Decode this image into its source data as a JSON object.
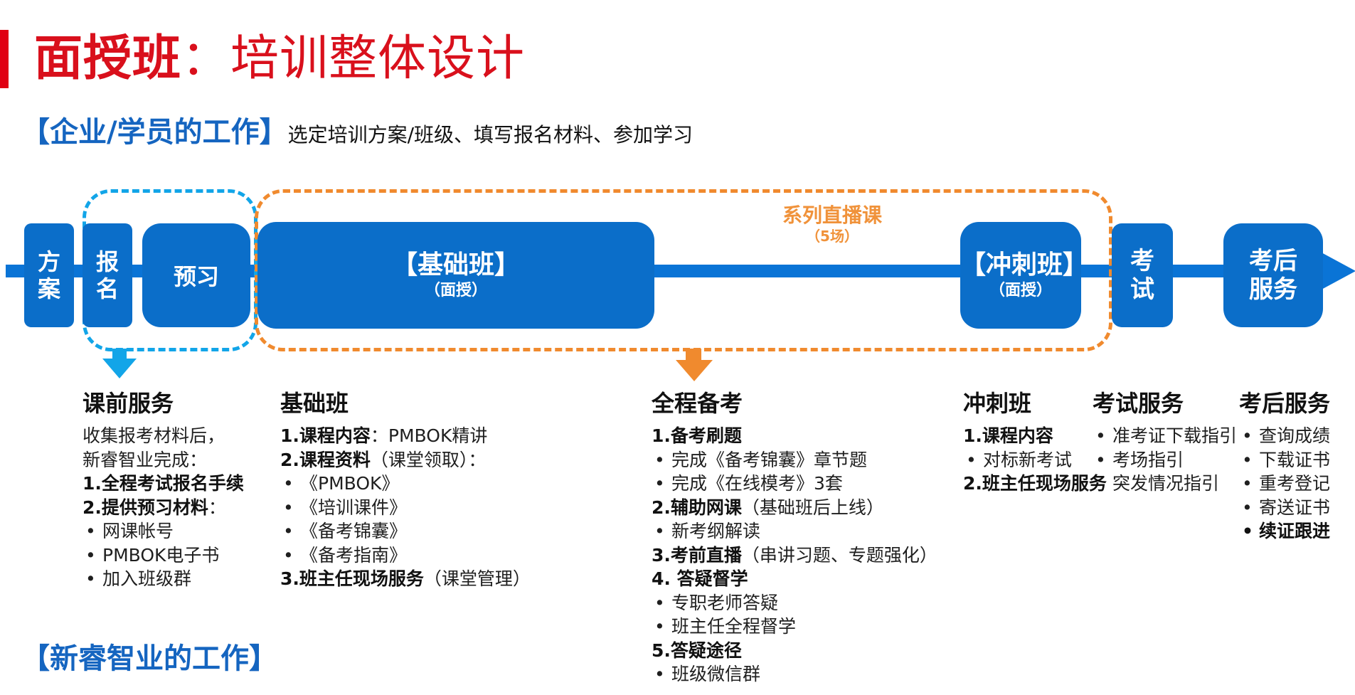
{
  "title": {
    "bold": "面授班",
    "rest": "：培训整体设计"
  },
  "enterprise": {
    "tag": "【企业/学员的工作】",
    "text": "选定培训方案/班级、填写报名材料、参加学习"
  },
  "xinrui_heading": "【新睿智业的工作】",
  "flow": {
    "fangan": [
      "方",
      "案"
    ],
    "baoming": [
      "报",
      "名"
    ],
    "yuxi": "预习",
    "jichu": {
      "title": "【基础班】",
      "sub": "（面授）"
    },
    "chongci": {
      "title": "【冲刺班】",
      "sub": "（面授）"
    },
    "kaoshi": [
      "考",
      "试"
    ],
    "kaohou": [
      "考后",
      "服务"
    ],
    "series": {
      "title": "系列直播课",
      "sub": "（5场）"
    }
  },
  "colors": {
    "blue": "#0b6ec9",
    "light_blue": "#12a5e8",
    "orange": "#f08a2e",
    "red": "#d9101c"
  },
  "sections": {
    "pre": {
      "heading": "课前服务",
      "lines": [
        "收集报考材料后，",
        "新睿智业完成："
      ],
      "item1": "1.全程考试报名手续",
      "item2_bold": "2.提供预习材料",
      "item2_rest": "：",
      "bullets": [
        "网课帐号",
        "PMBOK电子书",
        "加入班级群"
      ]
    },
    "basic": {
      "heading": "基础班",
      "i1_bold": "1.课程内容",
      "i1_rest": "：PMBOK精讲",
      "i2_bold": "2.课程资料",
      "i2_rest": "（课堂领取）：",
      "bullets": [
        "《PMBOK》",
        "《培训课件》",
        "《备考锦囊》",
        "《备考指南》"
      ],
      "i3_bold": "3.班主任现场服务",
      "i3_rest": "（课堂管理）"
    },
    "prep": {
      "heading": "全程备考",
      "s1": "1.备考刷题",
      "s1_bullets": [
        "完成《备考锦囊》章节题",
        "完成《在线模考》3套"
      ],
      "s2_bold": "2.辅助网课",
      "s2_rest": "（基础班后上线）",
      "s2_bullets": [
        "新考纲解读"
      ],
      "s3_bold": "3.考前直播",
      "s3_rest": "（串讲习题、专题强化）",
      "s4": "4. 答疑督学",
      "s4_bullets": [
        "专职老师答疑",
        "班主任全程督学"
      ],
      "s5": "5.答疑途径",
      "s5_bullets": [
        "班级微信群"
      ]
    },
    "sprint": {
      "heading": "冲刺班",
      "i1": "1.课程内容",
      "bullets": [
        "对标新考试"
      ],
      "i2": "2.班主任现场服务"
    },
    "exam": {
      "heading": "考试服务",
      "bullets": [
        "准考证下载指引",
        "考场指引"
      ],
      "extra": "突发情况指引"
    },
    "after": {
      "heading": "考后服务",
      "bullets": [
        "查询成绩",
        "下载证书",
        "重考登记",
        "寄送证书"
      ],
      "last": "续证跟进"
    }
  }
}
